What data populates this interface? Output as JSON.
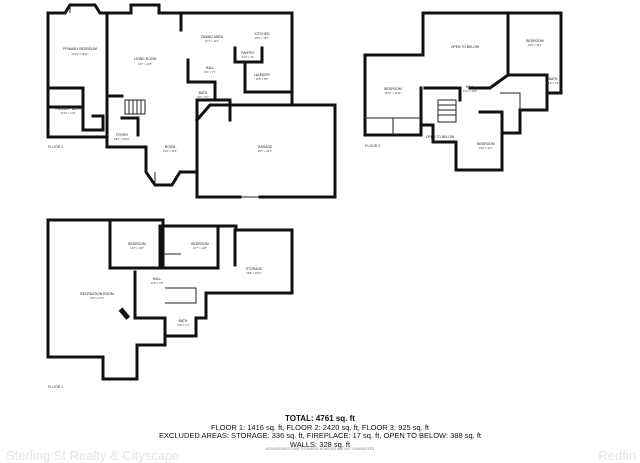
{
  "floors": {
    "floor2": {
      "label": "FLOOR 2",
      "rooms": {
        "primary_bedroom": {
          "name": "PRIMARY BEDROOM",
          "dims": "13'10\" x 22'11\""
        },
        "primary_bath": {
          "name": "PRIMARY BATH",
          "dims": "10'10\" x 11'6\""
        },
        "living_room": {
          "name": "LIVING ROOM",
          "dims": "22'1\" x 14'8\""
        },
        "dining_area": {
          "name": "DINING AREA",
          "dims": "16'1\" x 11'4\""
        },
        "kitchen": {
          "name": "KITCHEN",
          "dims": "15'1\" x 10'7\""
        },
        "pantry": {
          "name": "PANTRY",
          "dims": "3'10\" x 4'1\""
        },
        "hall": {
          "name": "HALL",
          "dims": "10'1\" x 7'1\""
        },
        "laundry": {
          "name": "LAUNDRY",
          "dims": "12'8\" x 8'6\""
        },
        "bath": {
          "name": "BATH",
          "dims": "5'9\" x 7'1\""
        },
        "foyer": {
          "name": "FOYER",
          "dims": "18'1\" x 10'10\""
        },
        "room": {
          "name": "ROOM",
          "dims": "13'6\" x 14'6\""
        },
        "garage": {
          "name": "GARAGE",
          "dims": "30'1\" x 24'1\""
        }
      }
    },
    "floor3": {
      "label": "FLOOR 3",
      "rooms": {
        "open_to_below_a": {
          "name": "OPEN TO BELOW",
          "dims": ""
        },
        "bedroom_a": {
          "name": "BEDROOM",
          "dims": "12'6\" x 15'1\""
        },
        "bedroom_b": {
          "name": "BEDROOM",
          "dims": "15'10\" x 14'11\""
        },
        "hall": {
          "name": "HALL",
          "dims": "20'4\" x 10'8\""
        },
        "bath": {
          "name": "BATH",
          "dims": "11'8\" x 5'0\""
        },
        "open_to_below_b": {
          "name": "OPEN TO BELOW",
          "dims": ""
        },
        "bedroom_c": {
          "name": "BEDROOM",
          "dims": "13'4\" x 14'1\""
        }
      }
    },
    "floor1": {
      "label": "FLOOR 1",
      "rooms": {
        "bedroom_a": {
          "name": "BEDROOM",
          "dims": "14'3\" x 11'8\""
        },
        "bedroom_b": {
          "name": "BEDROOM",
          "dims": "12'7\" x 11'8\""
        },
        "storage": {
          "name": "STORAGE",
          "dims": "22'6\" x 16'11\""
        },
        "recreation_room": {
          "name": "RECREATION ROOM",
          "dims": "18'0\" x 27'4\""
        },
        "hall": {
          "name": "HALL",
          "dims": "13'6\" x 7'8\""
        },
        "bath": {
          "name": "BATH",
          "dims": "7'10\" x 7'2\""
        }
      }
    }
  },
  "summary": {
    "total": "TOTAL: 4761 sq. ft",
    "floors_line": "FLOOR 1: 1416 sq. ft, FLOOR 2: 2420 sq. ft, FLOOR 3: 925 sq. ft",
    "excluded_line": "EXCLUDED AREAS: STORAGE: 336 sq. ft, FIREPLACE: 17 sq. ft, OPEN TO BELOW: 388 sq. ft",
    "walls_line": "WALLS: 328 sq. ft"
  },
  "disclaimer": "MEASUREMENTS ARE ESTIMATED HOWEVER ARE NOT GUARANTEED",
  "watermarks": {
    "left": "Sterling St Realty & Cityscape",
    "right": "Redfin"
  }
}
